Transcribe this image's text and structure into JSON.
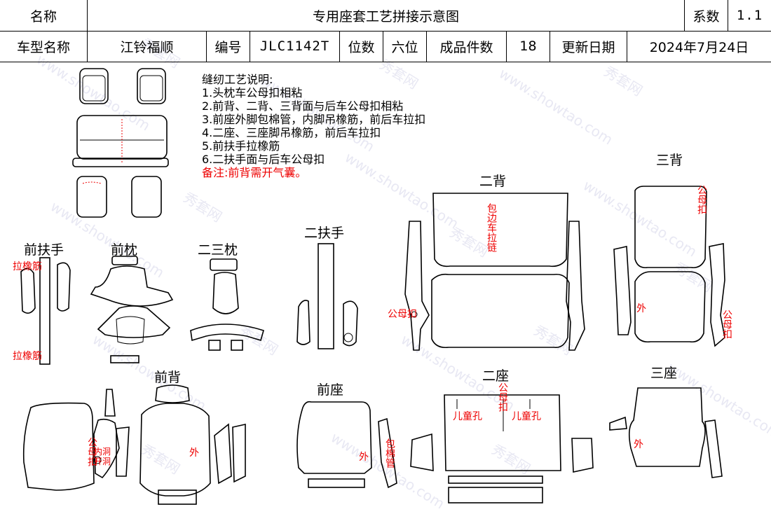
{
  "header": {
    "name_label": "名称",
    "sheet_title": "专用座套工艺拼接示意图",
    "coef_label": "系数",
    "coef_value": "1.1",
    "model_label": "车型名称",
    "model_value": "江铃福顺",
    "code_label": "编号",
    "code_value": "JLC1142T",
    "seats_label": "位数",
    "seats_value": "六位",
    "pieces_label": "成品件数",
    "pieces_value": "18",
    "update_label": "更新日期",
    "update_value": "2024年7月24日"
  },
  "notes": {
    "title": "缝纫工艺说明:",
    "items": [
      "1.头枕车公母扣相粘",
      "2.前背、二背、三背面与后车公母扣相粘",
      "3.前座外脚包棉管，内脚吊橡筋，前后车拉扣",
      "4.二座、三座脚吊橡筋，前后车拉扣",
      "5.前扶手拉橡筋",
      "6.二扶手面与后车公母扣"
    ],
    "remark": "备注:前背需开气囊。"
  },
  "part_labels": {
    "front_armrest": "前扶手",
    "front_headrest": "前枕",
    "second_third_headrest": "二三枕",
    "second_armrest": "二扶手",
    "second_back": "二背",
    "third_back": "三背",
    "front_back": "前背",
    "front_seat": "前座",
    "second_seat": "二座",
    "third_seat": "三座"
  },
  "annotations": {
    "elastic_pull": "拉橡筋",
    "male_female_buckle": "公母扣",
    "edge_zipper": "包边车拉链",
    "outer": "外",
    "wrap_cotton_tube": "包棉管",
    "child_hole": "儿童孔",
    "inner_hole": "内洞",
    "open_hole": "开洞"
  },
  "watermark": {
    "cn": "秀套网",
    "en": "www.showtao.com"
  },
  "colors": {
    "line": "#000000",
    "annotation": "#e00000"
  }
}
